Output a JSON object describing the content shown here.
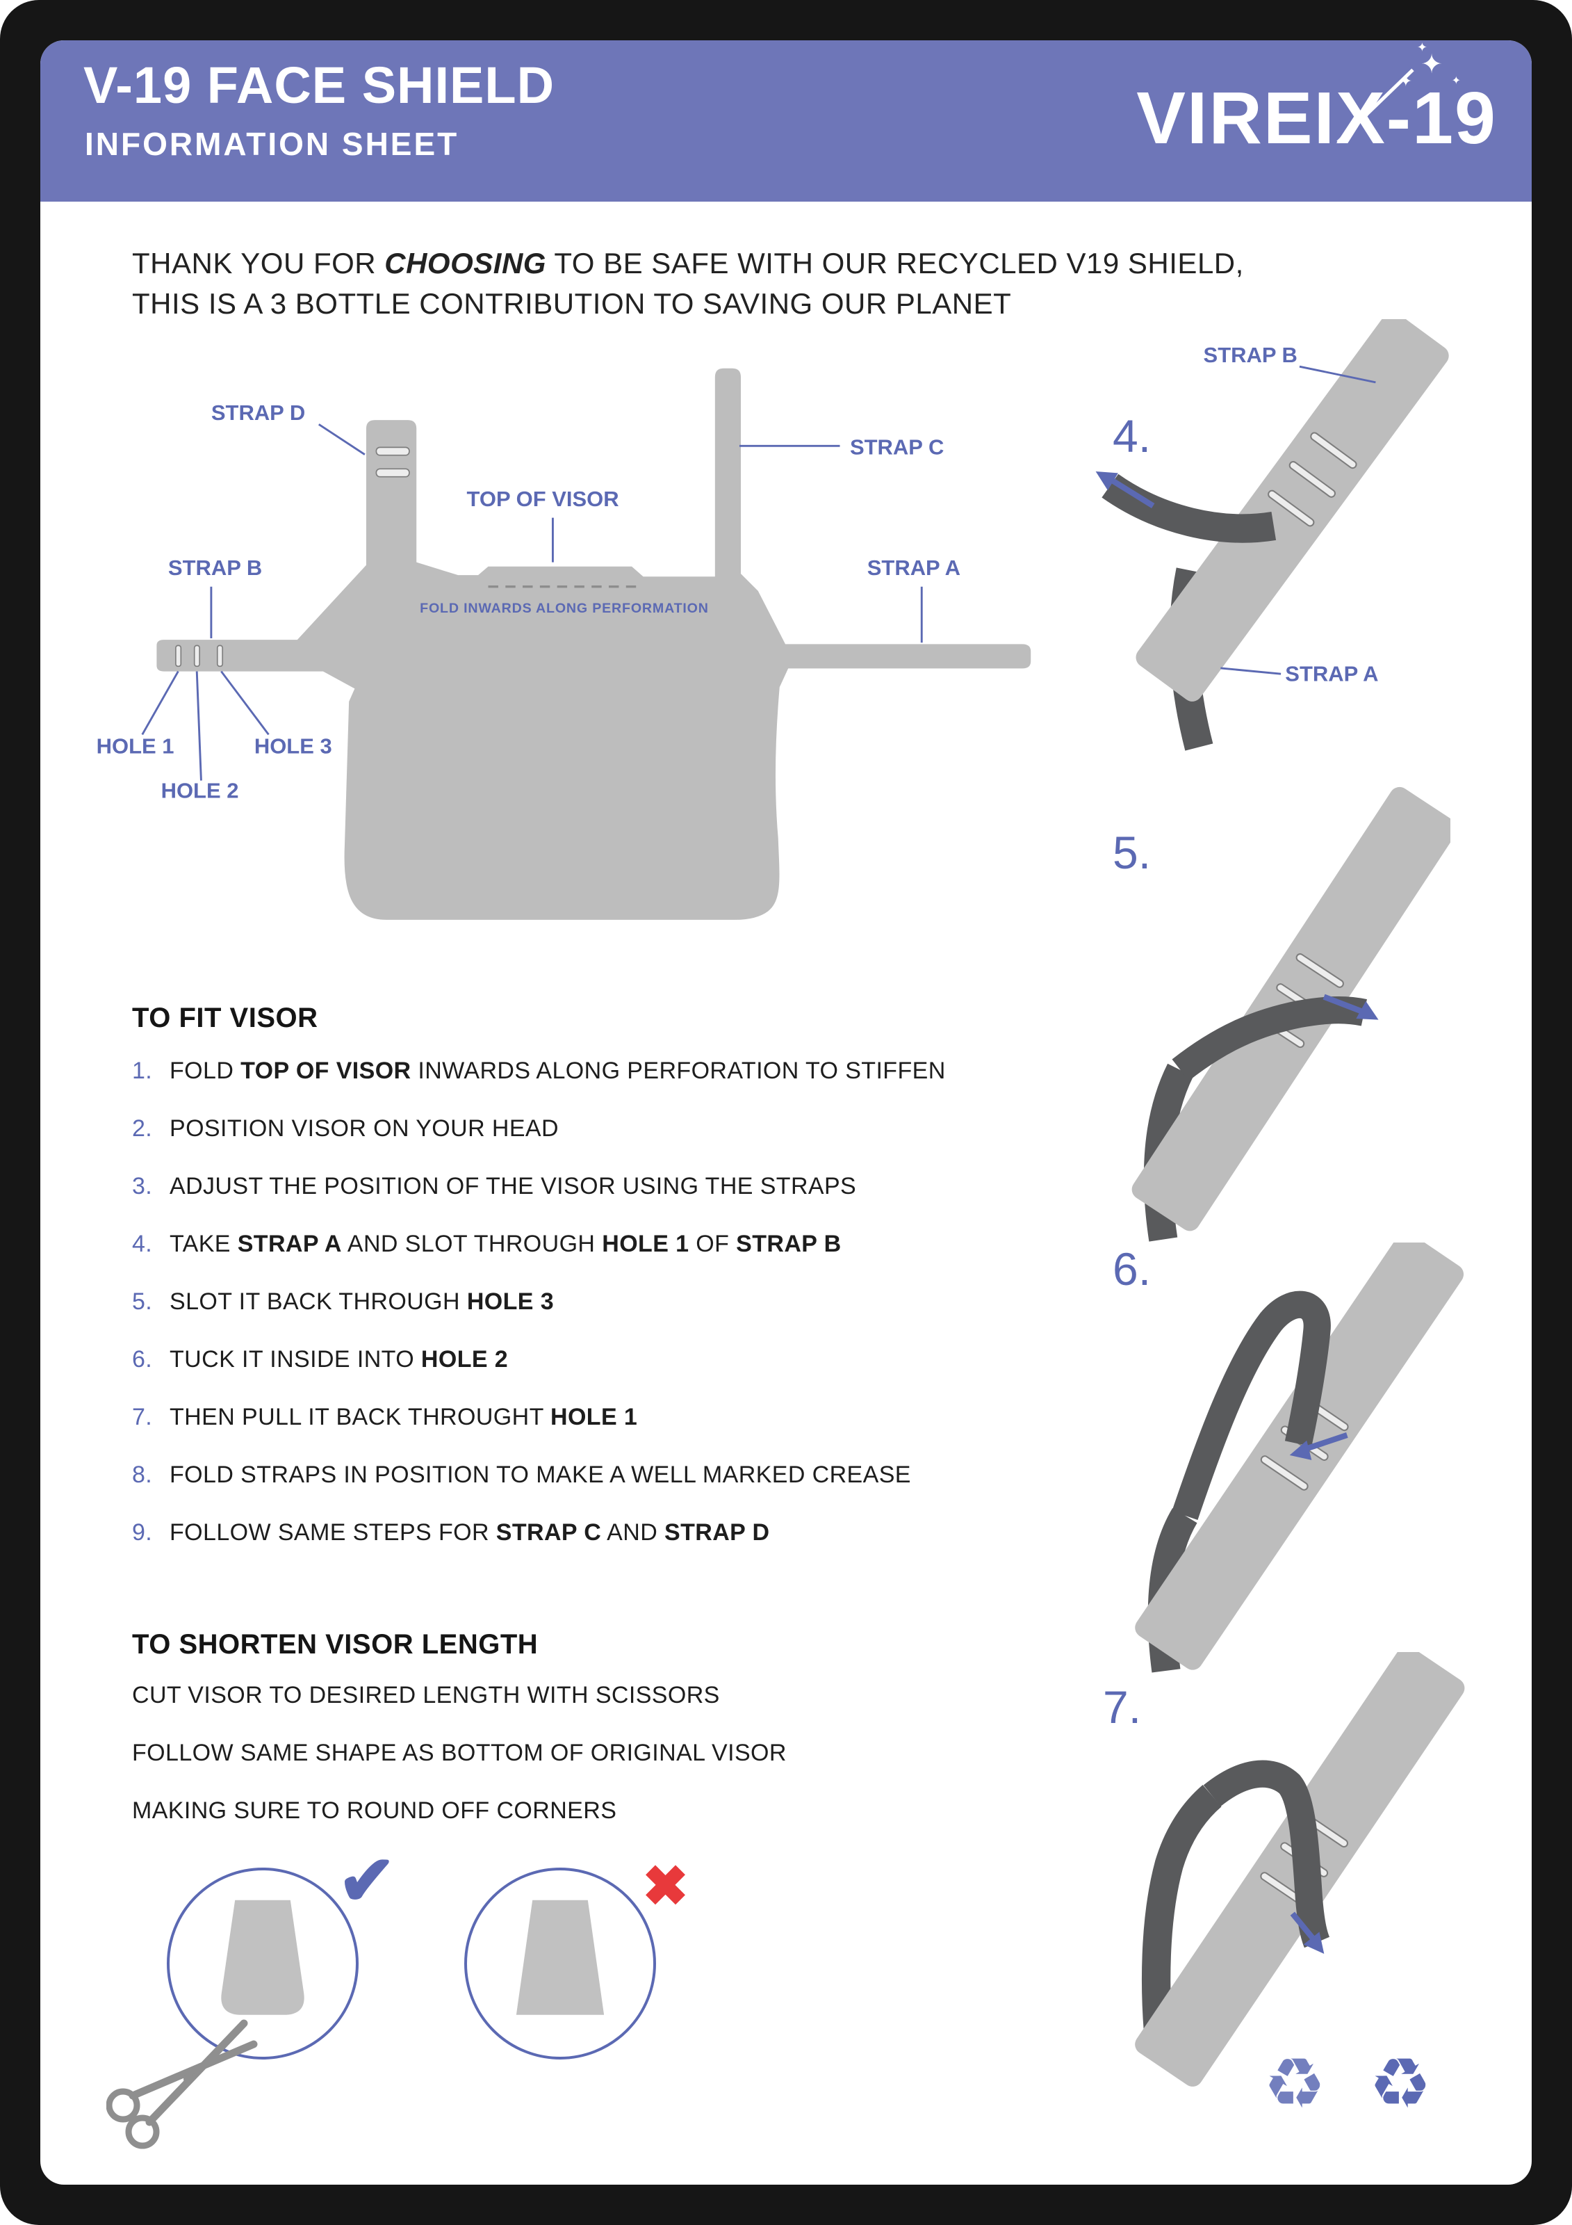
{
  "header": {
    "title": "V-19 FACE SHIELD",
    "subtitle": "INFORMATION SHEET",
    "brand": "VIREIX-19",
    "sparkle_glyph": "✦"
  },
  "intro": {
    "line1_segments": [
      {
        "text": "THANK YOU FOR ",
        "bold": false,
        "italic": false
      },
      {
        "text": "CHOOSING",
        "bold": true,
        "italic": true
      },
      {
        "text": " TO BE SAFE WITH OUR RECYCLED V19 SHIELD,",
        "bold": false,
        "italic": false
      }
    ],
    "line2": "THIS IS A 3 BOTTLE CONTRIBUTION TO SAVING OUR PLANET"
  },
  "diagram": {
    "labels": {
      "strap_d": "STRAP D",
      "top_of_visor": "TOP OF VISOR",
      "strap_c": "STRAP C",
      "strap_b": "STRAP B",
      "strap_a": "STRAP A",
      "fold_note": "FOLD INWARDS ALONG PERFORMATION",
      "hole_1": "HOLE 1",
      "hole_2": "HOLE 2",
      "hole_3": "HOLE 3"
    }
  },
  "steps_figures": [
    {
      "num": "4.",
      "labels": {
        "strap_b": "STRAP B",
        "strap_a": "STRAP A"
      }
    },
    {
      "num": "5."
    },
    {
      "num": "6."
    },
    {
      "num": "7."
    }
  ],
  "fit": {
    "title": "TO FIT VISOR",
    "items": [
      {
        "num": "1.",
        "segments": [
          {
            "text": "FOLD ",
            "bold": false
          },
          {
            "text": "TOP OF VISOR",
            "bold": true
          },
          {
            "text": " INWARDS ALONG PERFORATION TO STIFFEN",
            "bold": false
          }
        ]
      },
      {
        "num": "2.",
        "segments": [
          {
            "text": "POSITION VISOR ON YOUR HEAD",
            "bold": false
          }
        ]
      },
      {
        "num": "3.",
        "segments": [
          {
            "text": "ADJUST THE POSITION OF THE VISOR USING THE STRAPS",
            "bold": false
          }
        ]
      },
      {
        "num": "4.",
        "segments": [
          {
            "text": "TAKE ",
            "bold": false
          },
          {
            "text": "STRAP A",
            "bold": true
          },
          {
            "text": " AND SLOT THROUGH ",
            "bold": false
          },
          {
            "text": "HOLE 1",
            "bold": true
          },
          {
            "text": " OF ",
            "bold": false
          },
          {
            "text": "STRAP B",
            "bold": true
          }
        ]
      },
      {
        "num": "5.",
        "segments": [
          {
            "text": "SLOT IT BACK THROUGH ",
            "bold": false
          },
          {
            "text": "HOLE 3",
            "bold": true
          }
        ]
      },
      {
        "num": "6.",
        "segments": [
          {
            "text": "TUCK IT INSIDE INTO ",
            "bold": false
          },
          {
            "text": "HOLE 2",
            "bold": true
          }
        ]
      },
      {
        "num": "7.",
        "segments": [
          {
            "text": "THEN PULL IT BACK THROUGHT ",
            "bold": false
          },
          {
            "text": "HOLE 1",
            "bold": true
          }
        ]
      },
      {
        "num": "8.",
        "segments": [
          {
            "text": "FOLD STRAPS IN POSITION TO MAKE A WELL MARKED CREASE",
            "bold": false
          }
        ]
      },
      {
        "num": "9.",
        "segments": [
          {
            "text": "FOLLOW SAME STEPS FOR ",
            "bold": false
          },
          {
            "text": "STRAP C",
            "bold": true
          },
          {
            "text": " AND ",
            "bold": false
          },
          {
            "text": "STRAP D",
            "bold": true
          }
        ]
      }
    ]
  },
  "shorten": {
    "title": "TO SHORTEN VISOR LENGTH",
    "lines": [
      "CUT VISOR TO DESIRED LENGTH WITH SCISSORS",
      "FOLLOW SAME SHAPE AS BOTTOM OF ORIGINAL VISOR",
      "MAKING SURE TO ROUND OFF CORNERS"
    ]
  },
  "footer_icons": {
    "check": "✔",
    "cross": "✖",
    "recycle_1": "♻",
    "recycle_2": "♻"
  },
  "colors": {
    "header_bg": "#6e76b8",
    "accent": "#5b69b3",
    "visor_gray": "#bdbdbd",
    "strap_dark": "#595a5c",
    "cross_red": "#e8393b"
  }
}
